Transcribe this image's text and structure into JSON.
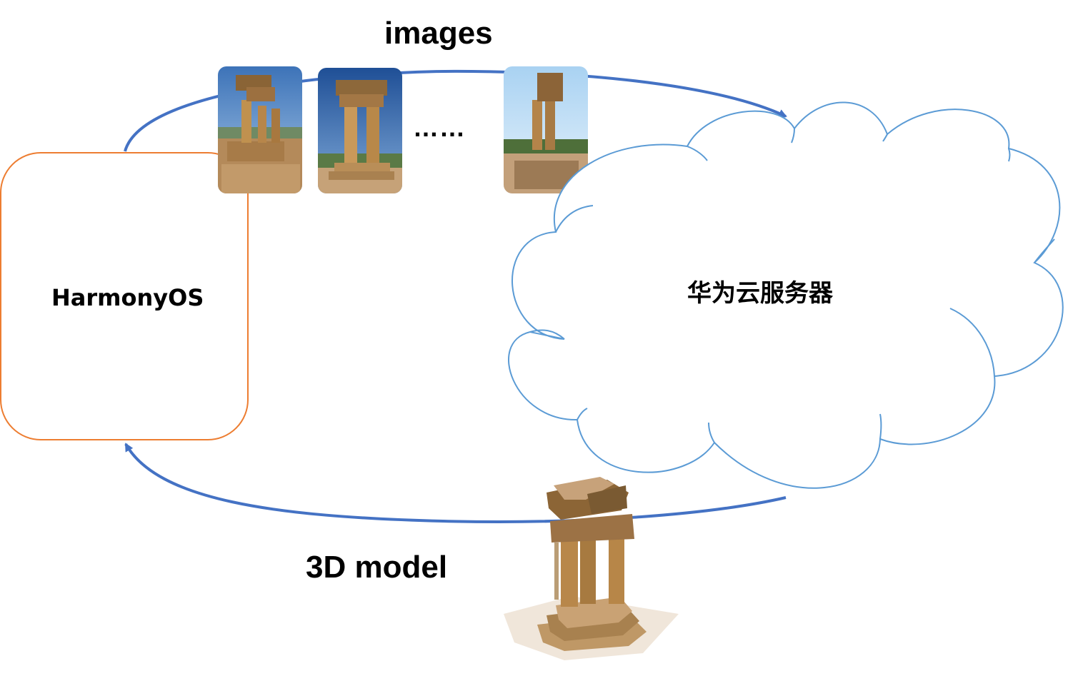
{
  "labels": {
    "images": "images",
    "model": "3D model",
    "device": "HarmonyOS",
    "cloud": "华为云服务器",
    "ellipsis": "……"
  },
  "colors": {
    "arrow": "#4472c4",
    "device_border": "#ed7d31",
    "cloud_stroke": "#5b9bd5",
    "sky_1": "#3d73b8",
    "sky_2": "#1f4f96",
    "sky_3": "#a9d2f2",
    "stone": "#b98a4e",
    "stone_dark": "#7a5a32"
  },
  "photos": [
    {
      "name": "temple-photo-1"
    },
    {
      "name": "temple-photo-2"
    },
    {
      "name": "temple-photo-3"
    }
  ]
}
